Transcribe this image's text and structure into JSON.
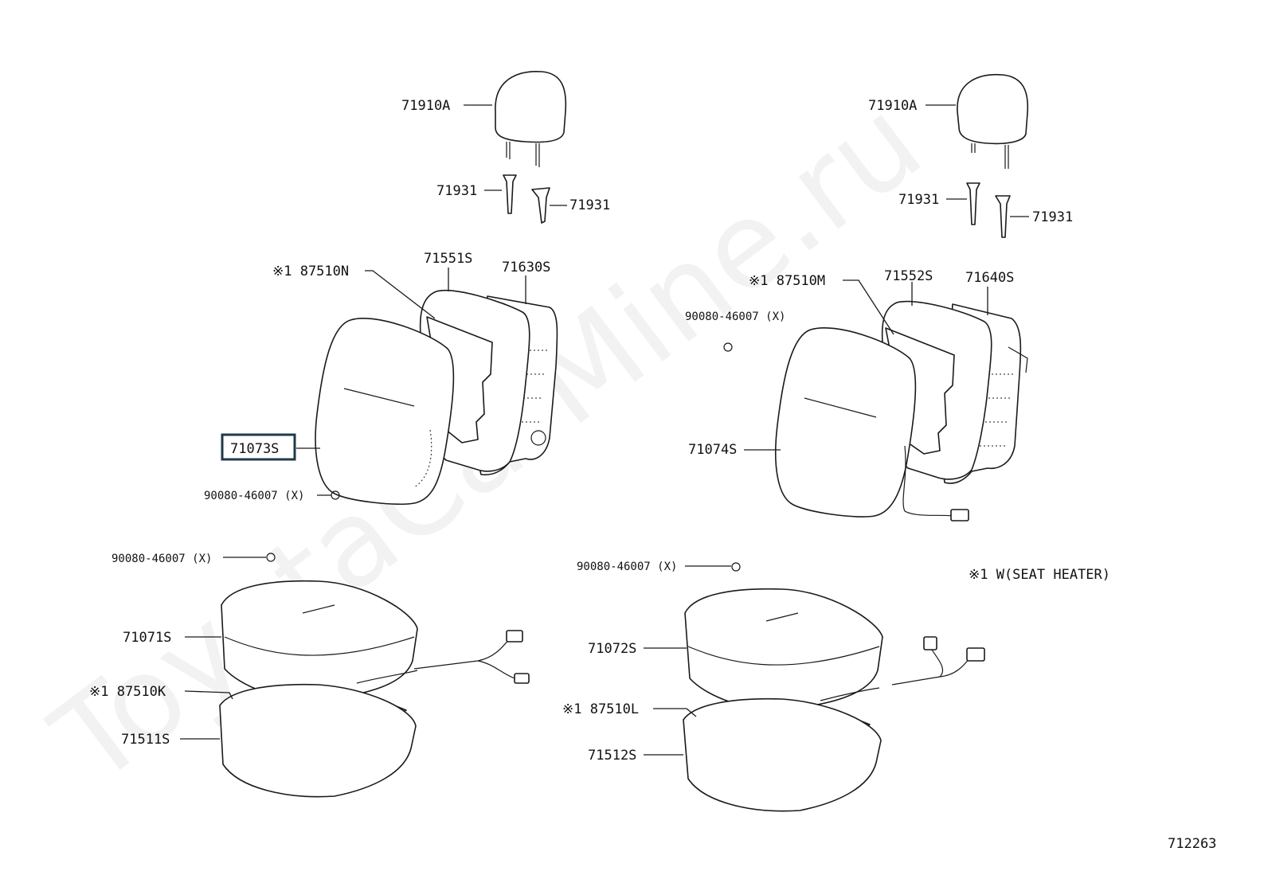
{
  "watermark": "ToyotaCarMine.ru",
  "diagram_number": "712263",
  "note": "※1 W(SEAT HEATER)",
  "highlight_color": "#1f3a4a",
  "labels": {
    "left": {
      "headrest": "71910A",
      "support_a": "71931",
      "support_b": "71931",
      "heater_back": "※1 87510N",
      "back_pad": "71551S",
      "back_frame": "71630S",
      "back_cover": "71073S",
      "hog_ring_back": "90080-46007 (X)",
      "hog_ring_cushion": "90080-46007 (X)",
      "cushion_cover": "71071S",
      "heater_cushion": "※1 87510K",
      "cushion_pad": "71511S"
    },
    "right": {
      "headrest": "71910A",
      "support_a": "71931",
      "support_b": "71931",
      "heater_back": "※1 87510M",
      "back_pad": "71552S",
      "back_frame": "71640S",
      "hog_ring_back": "90080-46007 (X)",
      "back_cover": "71074S",
      "hog_ring_cushion": "90080-46007 (X)",
      "cushion_cover": "71072S",
      "heater_cushion": "※1 87510L",
      "cushion_pad": "71512S"
    }
  }
}
